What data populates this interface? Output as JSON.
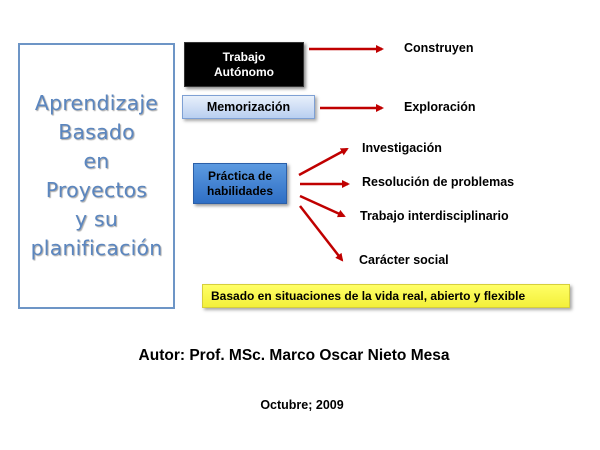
{
  "title_panel": {
    "text": "Aprendizaje\nBasado\nen\nProyectos\ny su\nplanificación",
    "color": "#5b86bf",
    "border_color": "#6d95c6"
  },
  "boxes": {
    "trabajo_autonomo": {
      "label": "Trabajo\nAutónomo",
      "bg": "#000000"
    },
    "memorizacion": {
      "label": "Memorización",
      "bg": "#c9dbf4"
    },
    "practica": {
      "label": "Práctica de\nhabilidades",
      "bg": "#3f7fd0"
    }
  },
  "targets": {
    "construyen": "Construyen",
    "exploracion": "Exploración",
    "investigacion": "Investigación",
    "resolucion": "Resolución de problemas",
    "interdisciplinario": "Trabajo interdisciplinario",
    "caracter": "Carácter social"
  },
  "note": {
    "text": "Basado en situaciones de la vida real, abierto y flexible",
    "bg": "#ffff55"
  },
  "footer": {
    "author": "Autor: Prof. MSc. Marco Oscar Nieto Mesa",
    "date": "Octubre; 2009"
  },
  "arrow_color": "#c00000"
}
